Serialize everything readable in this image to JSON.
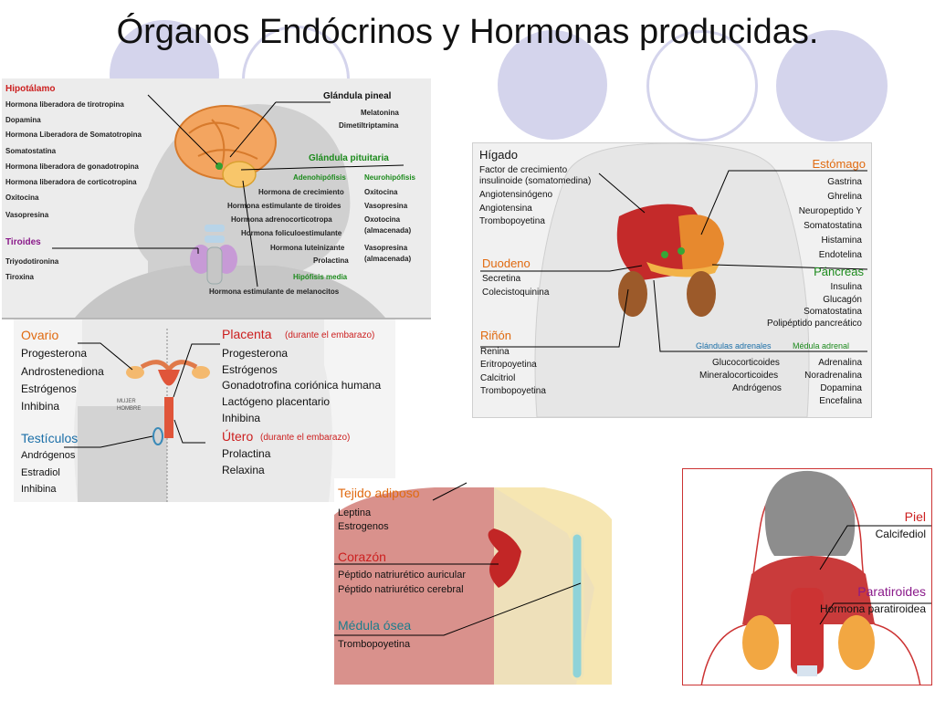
{
  "title": "Órganos Endócrinos y Hormonas producidas.",
  "brain_panel": {
    "hipotalamo": {
      "label": "Hipotálamo",
      "items": [
        "Hormona liberadora de tirotropina",
        "Dopamina",
        "Hormona Liberadora de Somatotropina",
        "Somatostatina",
        "Hormona liberadora de gonadotropina",
        "Hormona liberadora de corticotropina",
        "Oxitocina",
        "Vasopresina"
      ]
    },
    "pineal": {
      "label": "Glándula pineal",
      "items": [
        "Melatonina",
        "Dimetiltriptamina"
      ]
    },
    "pituitaria": {
      "label": "Glándula pituitaria",
      "adeno_label": "Adenohipófisis",
      "neuro_label": "Neurohipófisis",
      "adeno_items": [
        "Hormona de crecimiento",
        "Hormona estimulante de tiroides",
        "Hormona adrenocorticotropa",
        "Hormona foliculoestimulante",
        "Hormona luteinizante",
        "Prolactina"
      ],
      "neuro_items": [
        "Oxitocina",
        "Vasopresina",
        "Oxotocina",
        "(almacenada)",
        "Vasopresina",
        "(almacenada)"
      ],
      "media_label": "Hipófisis media",
      "media_item": "Hormona estimulante de melanocitos"
    },
    "tiroides": {
      "label": "Tiroides",
      "items": [
        "Triyodotironina",
        "Tiroxina"
      ]
    }
  },
  "abdomen_panel": {
    "higado": {
      "label": "Hígado",
      "items": [
        "Factor de crecimiento",
        "insulinoide (somatomedina)",
        "Angiotensinógeno",
        "Angiotensina",
        "Trombopoyetina"
      ]
    },
    "estomago": {
      "label": "Estómago",
      "items": [
        "Gastrina",
        "Ghrelina",
        "Neuropeptido Y",
        "Somatostatina",
        "Histamina",
        "Endotelina"
      ]
    },
    "duodeno": {
      "label": "Duodeno",
      "items": [
        "Secretina",
        "Colecistoquinina"
      ]
    },
    "pancreas": {
      "label": "Páncreas",
      "items": [
        "Insulina",
        "Glucagón",
        "Somatostatina",
        "Polipéptido pancreático"
      ]
    },
    "rinon": {
      "label": "Riñón",
      "items": [
        "Renina",
        "Eritropoyetina",
        "Calcitriol",
        "Trombopoyetina"
      ]
    },
    "adrenales": {
      "label": "Glándulas adrenales",
      "medula_label": "Médula adrenal",
      "items": [
        "Glucocorticoides",
        "Mineralocorticoides",
        "Andrógenos"
      ],
      "medula_items": [
        "Adrenalina",
        "Noradrenalina",
        "Dopamina",
        "Encefalina"
      ]
    }
  },
  "repro_panel": {
    "ovario": {
      "label": "Ovario",
      "items": [
        "Progesterona",
        "Androstenediona",
        "Estrógenos",
        "Inhibina"
      ]
    },
    "placenta": {
      "label": "Placenta",
      "note": "(durante el embarazo)",
      "items": [
        "Progesterona",
        "Estrógenos",
        "Gonadotrofina coriónica humana",
        "Lactógeno placentario",
        "Inhibina"
      ]
    },
    "utero": {
      "label": "Útero",
      "note": "(durante el embarazo)",
      "items": [
        "Prolactina",
        "Relaxina"
      ]
    },
    "testiculos": {
      "label": "Testículos",
      "items": [
        "Andrógenos",
        "Estradiol",
        "Inhibina"
      ]
    },
    "mujer": "MUJER",
    "hombre": "HOMBRE"
  },
  "chest_panel": {
    "adiposo": {
      "label": "Tejido adiposo",
      "items": [
        "Leptina",
        "Estrogenos"
      ]
    },
    "corazon": {
      "label": "Corazón",
      "items": [
        "Péptido natriurético auricular",
        "Péptido natriurético cerebral"
      ]
    },
    "medula": {
      "label": "Médula ósea",
      "items": [
        "Trombopoyetina"
      ]
    }
  },
  "neck_panel": {
    "piel": {
      "label": "Piel",
      "items": [
        "Calcifediol"
      ]
    },
    "paratiroides": {
      "label": "Paratiroides",
      "items": [
        "Hormona paratiroidea"
      ]
    }
  },
  "colors": {
    "red": "#cc1f1f",
    "green": "#1c8a1c",
    "purple": "#8a1a8a",
    "orange": "#e06a10",
    "blue": "#1b6fa8",
    "teal": "#1b7d8c",
    "deco": "#d4d4ec"
  }
}
